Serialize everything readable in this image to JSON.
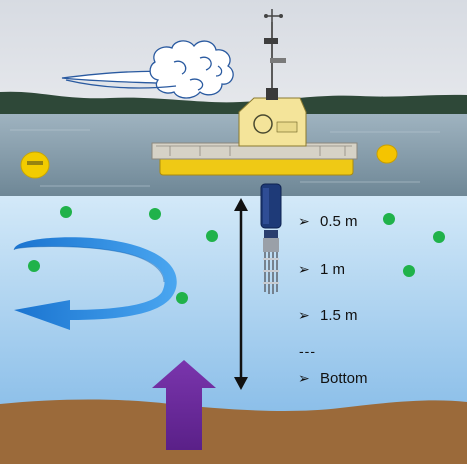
{
  "depth_labels": [
    {
      "marker": "➢",
      "text": "0.5 m"
    },
    {
      "marker": "➢",
      "text": "1 m"
    },
    {
      "marker": "➢",
      "text": "1.5 m"
    },
    {
      "marker": "➢",
      "text": "Bottom"
    }
  ],
  "ellipsis": "---",
  "colors": {
    "sky_top": "#d9dde3",
    "sky_bottom": "#eef0f2",
    "hills": "#2f4a3a",
    "lake": "#8fa6b5",
    "water_top": "#cfe6f7",
    "water_bottom": "#8fc0e8",
    "sediment": "#9a6a3a",
    "nutrient_dot": "#1fb34a",
    "circulation_arrow": "#1f86e0",
    "upwelling_arrow": "#6a2a9a",
    "wind_line": "#2a5aa0",
    "buoy": "#f0c800",
    "platform": "#f2cd1a"
  }
}
